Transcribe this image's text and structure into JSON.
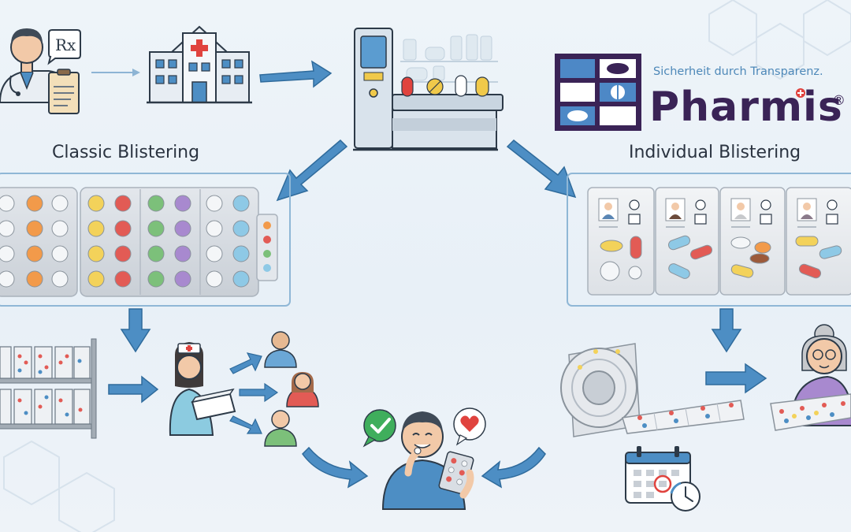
{
  "labels": {
    "classic": "Classic Blistering",
    "individual": "Individual Blistering"
  },
  "logo": {
    "tagline": "Sicherheit durch Transparenz.",
    "brand": "Pharmis",
    "registered": "®"
  },
  "prescription_symbol": "Rx",
  "colors": {
    "arrow": "#4d8ec4",
    "frame": "#8fb7d6",
    "brand_purple": "#3a2356",
    "logo_blue": "#4d88c6",
    "tagline_blue": "#4d88b8"
  }
}
